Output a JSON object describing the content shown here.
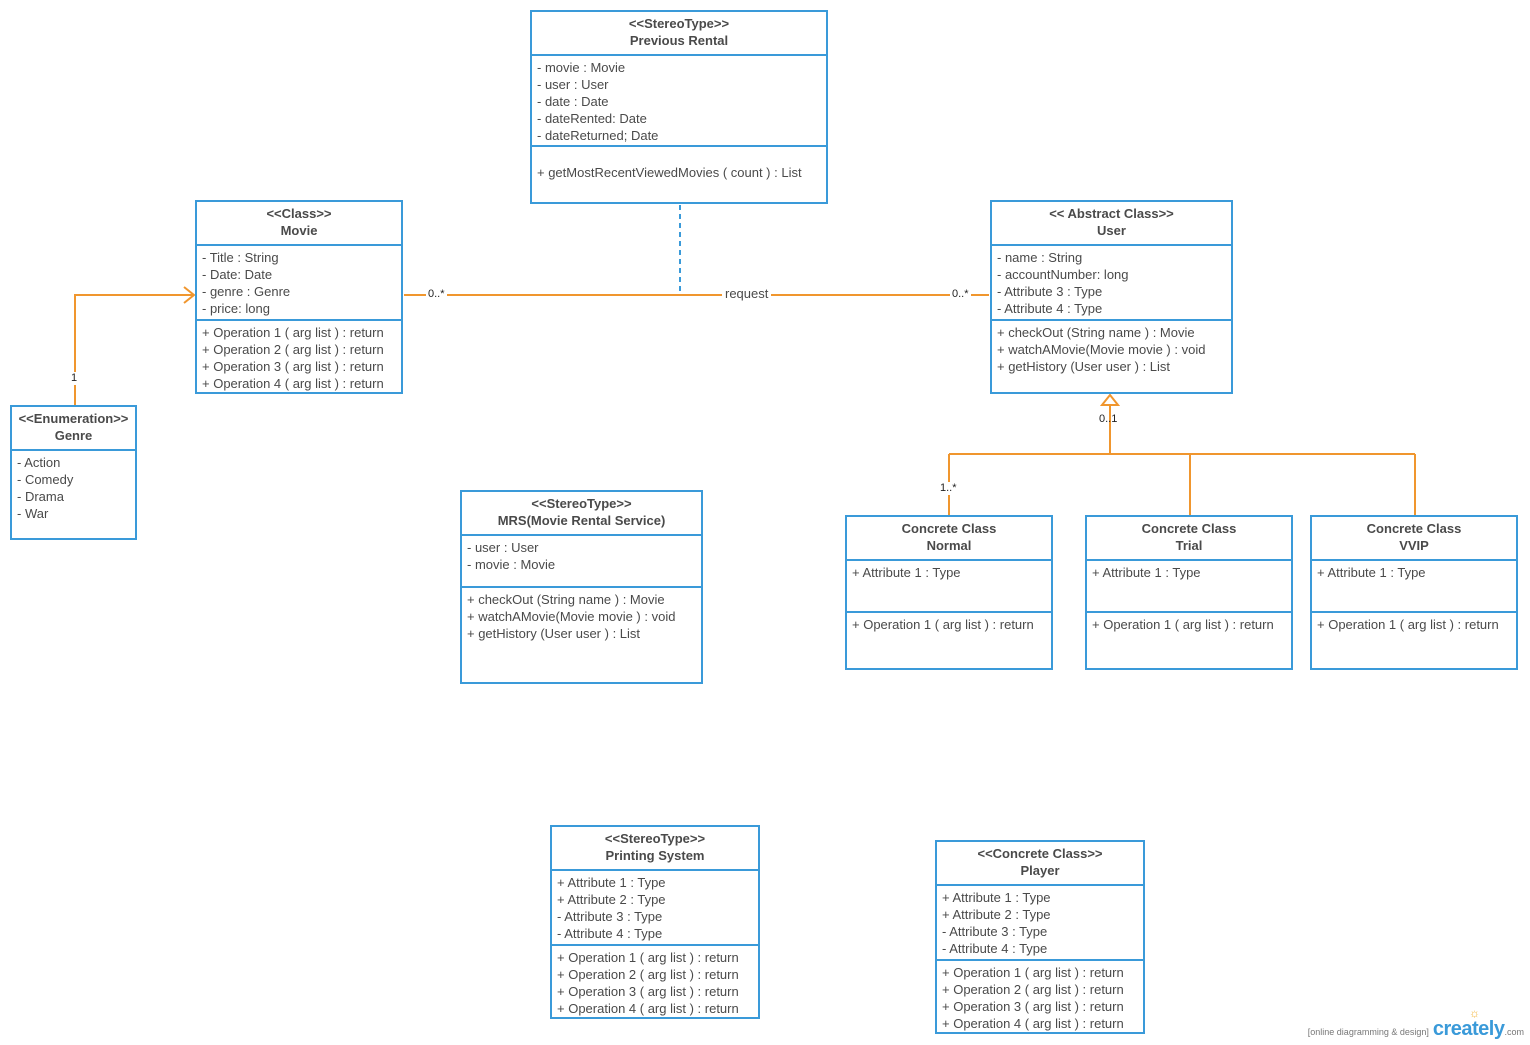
{
  "classes": {
    "previous_rental": {
      "stereotype": "<<StereoType>>",
      "name": "Previous Rental",
      "attributes": [
        "- movie : Movie",
        "- user : User",
        "- date : Date",
        "- dateRented: Date",
        "- dateReturned; Date"
      ],
      "operations": [
        "+ getMostRecentViewedMovies ( count ) : List"
      ]
    },
    "movie": {
      "stereotype": "<<Class>>",
      "name": "Movie",
      "attributes": [
        "- Title : String",
        "- Date: Date",
        "- genre : Genre",
        "- price: long"
      ],
      "operations": [
        "+ Operation 1 ( arg list ) : return",
        "+ Operation 2 ( arg list ) : return",
        "+ Operation 3 ( arg list ) : return",
        "+ Operation 4 ( arg list ) : return"
      ]
    },
    "user": {
      "stereotype": "<< Abstract Class>>",
      "name": "User",
      "attributes": [
        "- name : String",
        "- accountNumber: long",
        "- Attribute 3 : Type",
        "- Attribute 4 : Type"
      ],
      "operations": [
        "+ checkOut (String name ) : Movie",
        "+ watchAMovie(Movie movie ) : void",
        "+ getHistory (User user ) : List"
      ]
    },
    "genre": {
      "stereotype": "<<Enumeration>>",
      "name": "Genre",
      "attributes": [
        "- Action",
        "- Comedy",
        "- Drama",
        "- War"
      ]
    },
    "mrs": {
      "stereotype": "<<StereoType>>",
      "name": "MRS(Movie Rental Service)",
      "attributes": [
        "- user  : User",
        "- movie : Movie"
      ],
      "operations": [
        "+ checkOut (String name ) : Movie",
        "+ watchAMovie(Movie movie ) : void",
        "+ getHistory (User user ) : List"
      ]
    },
    "normal": {
      "stereotype": "Concrete Class",
      "name": "Normal",
      "attributes": [
        "+ Attribute 1 : Type"
      ],
      "operations": [
        "+ Operation 1 ( arg list ) : return"
      ]
    },
    "trial": {
      "stereotype": "Concrete Class",
      "name": "Trial",
      "attributes": [
        "+ Attribute 1 : Type"
      ],
      "operations": [
        "+ Operation 1 ( arg list ) : return"
      ]
    },
    "vvip": {
      "stereotype": "Concrete Class",
      "name": "VVIP",
      "attributes": [
        "+ Attribute 1 : Type"
      ],
      "operations": [
        "+ Operation 1 ( arg list ) : return"
      ]
    },
    "printing": {
      "stereotype": "<<StereoType>>",
      "name": "Printing System",
      "attributes": [
        "+ Attribute 1 : Type",
        "+ Attribute 2 : Type",
        "- Attribute 3 : Type",
        "- Attribute 4 : Type"
      ],
      "operations": [
        "+ Operation 1 ( arg list ) : return",
        "+ Operation 2 ( arg list ) : return",
        "+ Operation 3 ( arg list ) : return",
        "+ Operation 4 ( arg list ) : return"
      ]
    },
    "player": {
      "stereotype": "<<Concrete Class>>",
      "name": "Player",
      "attributes": [
        "+ Attribute 1 : Type",
        "+ Attribute 2 : Type",
        "- Attribute 3 : Type",
        "- Attribute 4 : Type"
      ],
      "operations": [
        "+ Operation 1 ( arg list ) : return",
        "+ Operation 2 ( arg list ) : return",
        "+ Operation 3 ( arg list ) : return",
        "+ Operation 4 ( arg list ) : return"
      ]
    }
  },
  "labels": {
    "genre_mult": "1",
    "movie_mult": "0..*",
    "request": "request",
    "user_mult": "0..*",
    "inherit_top_mult": "0..1",
    "inherit_normal_mult": "1..*"
  },
  "colors": {
    "box_border": "#3a9ad9",
    "connector": "#f0962e",
    "text": "#4a4a4a"
  },
  "watermark": {
    "tagline": "[online diagramming & design]",
    "logo": "creately",
    "domain": ".com"
  }
}
